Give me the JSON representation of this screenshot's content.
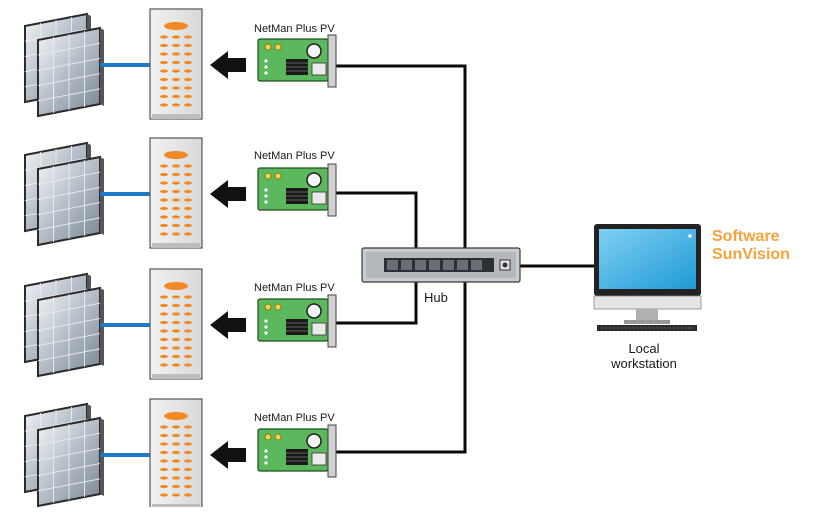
{
  "colors": {
    "cable": "#0a0a0a",
    "panel_link": "#1f78c8",
    "inverter_leds": "#f08a24",
    "card_pcb": "#5cb85c",
    "monitor_screen": "#29a8e0",
    "software_accent": "#f5a33a"
  },
  "units": [
    {
      "card_label": "NetMan Plus PV"
    },
    {
      "card_label": "NetMan Plus PV"
    },
    {
      "card_label": "NetMan Plus PV"
    },
    {
      "card_label": "NetMan Plus PV"
    }
  ],
  "hub": {
    "label": "Hub"
  },
  "workstation": {
    "label_line1": "Local",
    "label_line2": "workstation"
  },
  "software": {
    "line1": "Software",
    "line2": "SunVision"
  },
  "icons": [
    "solar-panel-icon",
    "inverter-icon",
    "arrow-left-icon",
    "network-card-icon",
    "network-hub-icon",
    "monitor-icon",
    "keyboard-icon"
  ]
}
